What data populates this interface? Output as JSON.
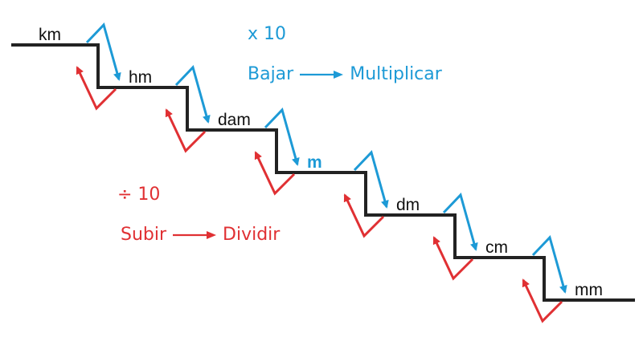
{
  "units": [
    {
      "id": "km",
      "label": "km",
      "base": false
    },
    {
      "id": "hm",
      "label": "hm",
      "base": false
    },
    {
      "id": "dam",
      "label": "dam",
      "base": false
    },
    {
      "id": "m",
      "label": "m",
      "base": true
    },
    {
      "id": "dm",
      "label": "dm",
      "base": false
    },
    {
      "id": "cm",
      "label": "cm",
      "base": false
    },
    {
      "id": "mm",
      "label": "mm",
      "base": false
    }
  ],
  "down_note": {
    "factor": "x  10",
    "left": "Bajar",
    "right": "Multiplicar"
  },
  "up_note": {
    "factor": "÷  10",
    "left": "Subir",
    "right": "Dividir"
  },
  "colors": {
    "stairs": "#222222",
    "down": "#1d9ad6",
    "up": "#e03033",
    "base_unit": "#1d9ad6"
  }
}
